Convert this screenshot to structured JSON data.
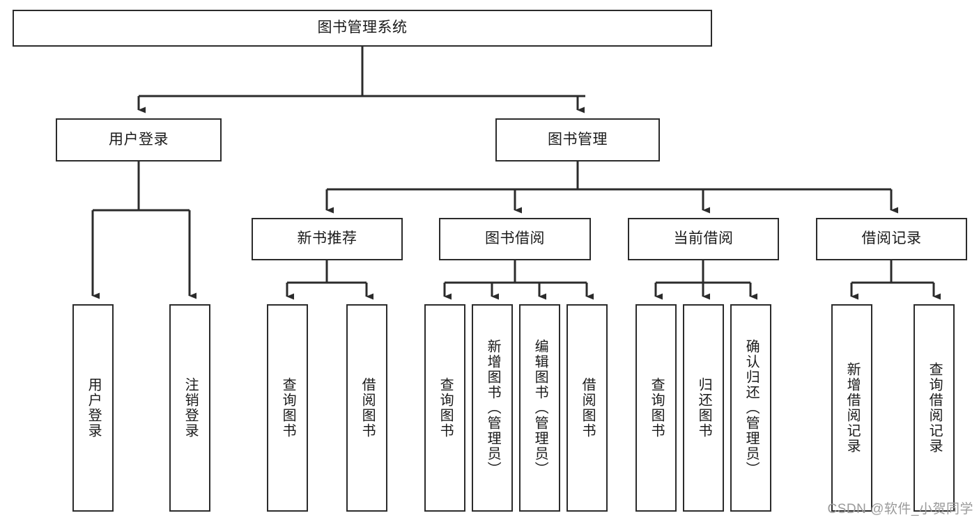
{
  "diagram": {
    "type": "tree-hierarchy",
    "title": "图书管理系统",
    "watermark": "CSDN @软件_小贺同学",
    "colors": {
      "node_border": "#2b2b2b",
      "node_fill": "#ffffff",
      "edge": "#2b2b2b",
      "text": "#1a1a1a",
      "watermark": "#9a9a9a",
      "background": "#ffffff"
    },
    "levels": {
      "root": {
        "label": "图书管理系统"
      },
      "level2": [
        {
          "id": "user-login",
          "label": "用户登录"
        },
        {
          "id": "book-management",
          "label": "图书管理"
        }
      ],
      "level3": [
        {
          "id": "new-book-recommend",
          "label": "新书推荐",
          "parent": "book-management"
        },
        {
          "id": "book-borrow",
          "label": "图书借阅",
          "parent": "book-management"
        },
        {
          "id": "current-borrow",
          "label": "当前借阅",
          "parent": "book-management"
        },
        {
          "id": "borrow-record",
          "label": "借阅记录",
          "parent": "book-management"
        }
      ],
      "leaves": [
        {
          "id": "leaf-user-login",
          "label": "用户登录",
          "parent": "user-login"
        },
        {
          "id": "leaf-logout-login",
          "label": "注销登录",
          "parent": "user-login"
        },
        {
          "id": "leaf-query-book-1",
          "label": "查询图书",
          "parent": "new-book-recommend"
        },
        {
          "id": "leaf-borrow-book-1",
          "label": "借阅图书",
          "parent": "new-book-recommend"
        },
        {
          "id": "leaf-query-book-2",
          "label": "查询图书",
          "parent": "book-borrow"
        },
        {
          "id": "leaf-add-book",
          "label": "新增图书（管理员）",
          "parent": "book-borrow"
        },
        {
          "id": "leaf-edit-book",
          "label": "编辑图书（管理员）",
          "parent": "book-borrow"
        },
        {
          "id": "leaf-borrow-book-2",
          "label": "借阅图书",
          "parent": "book-borrow"
        },
        {
          "id": "leaf-query-book-3",
          "label": "查询图书",
          "parent": "current-borrow"
        },
        {
          "id": "leaf-return-book",
          "label": "归还图书",
          "parent": "current-borrow"
        },
        {
          "id": "leaf-confirm-return",
          "label": "确认归还（管理员）",
          "parent": "current-borrow"
        },
        {
          "id": "leaf-add-record",
          "label": "新增借阅记录",
          "parent": "borrow-record"
        },
        {
          "id": "leaf-query-record",
          "label": "查询借阅记录",
          "parent": "borrow-record"
        }
      ]
    }
  }
}
